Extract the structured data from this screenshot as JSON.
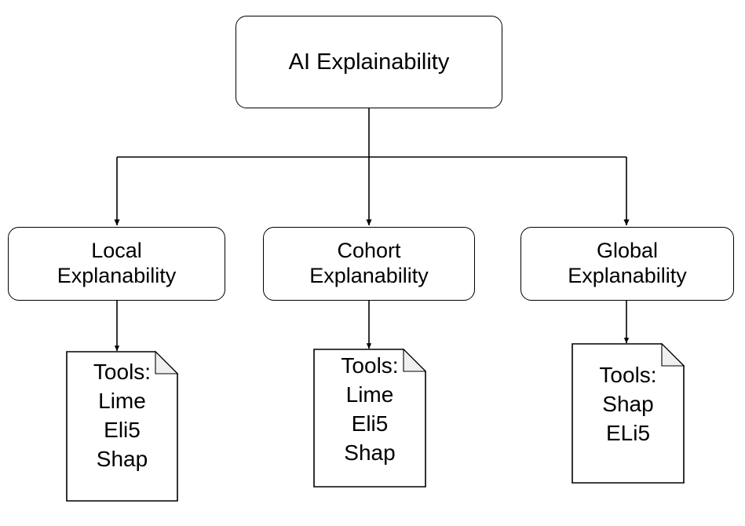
{
  "diagram": {
    "title": "AI Explainability",
    "background_color": "#ffffff",
    "stroke_color": "#000000",
    "fold_fill_color": "#f0f0f0",
    "root": {
      "label": "AI Explainability"
    },
    "branches": [
      {
        "label": "Local\nExplanability",
        "tools_label": "Tools:\nLime\nEli5\nShap"
      },
      {
        "label": "Cohort\nExplanability",
        "tools_label": "Tools:\nLime\nEli5\nShap"
      },
      {
        "label": "Global\nExplanability",
        "tools_label": "Tools:\nShap\nELi5"
      }
    ]
  }
}
